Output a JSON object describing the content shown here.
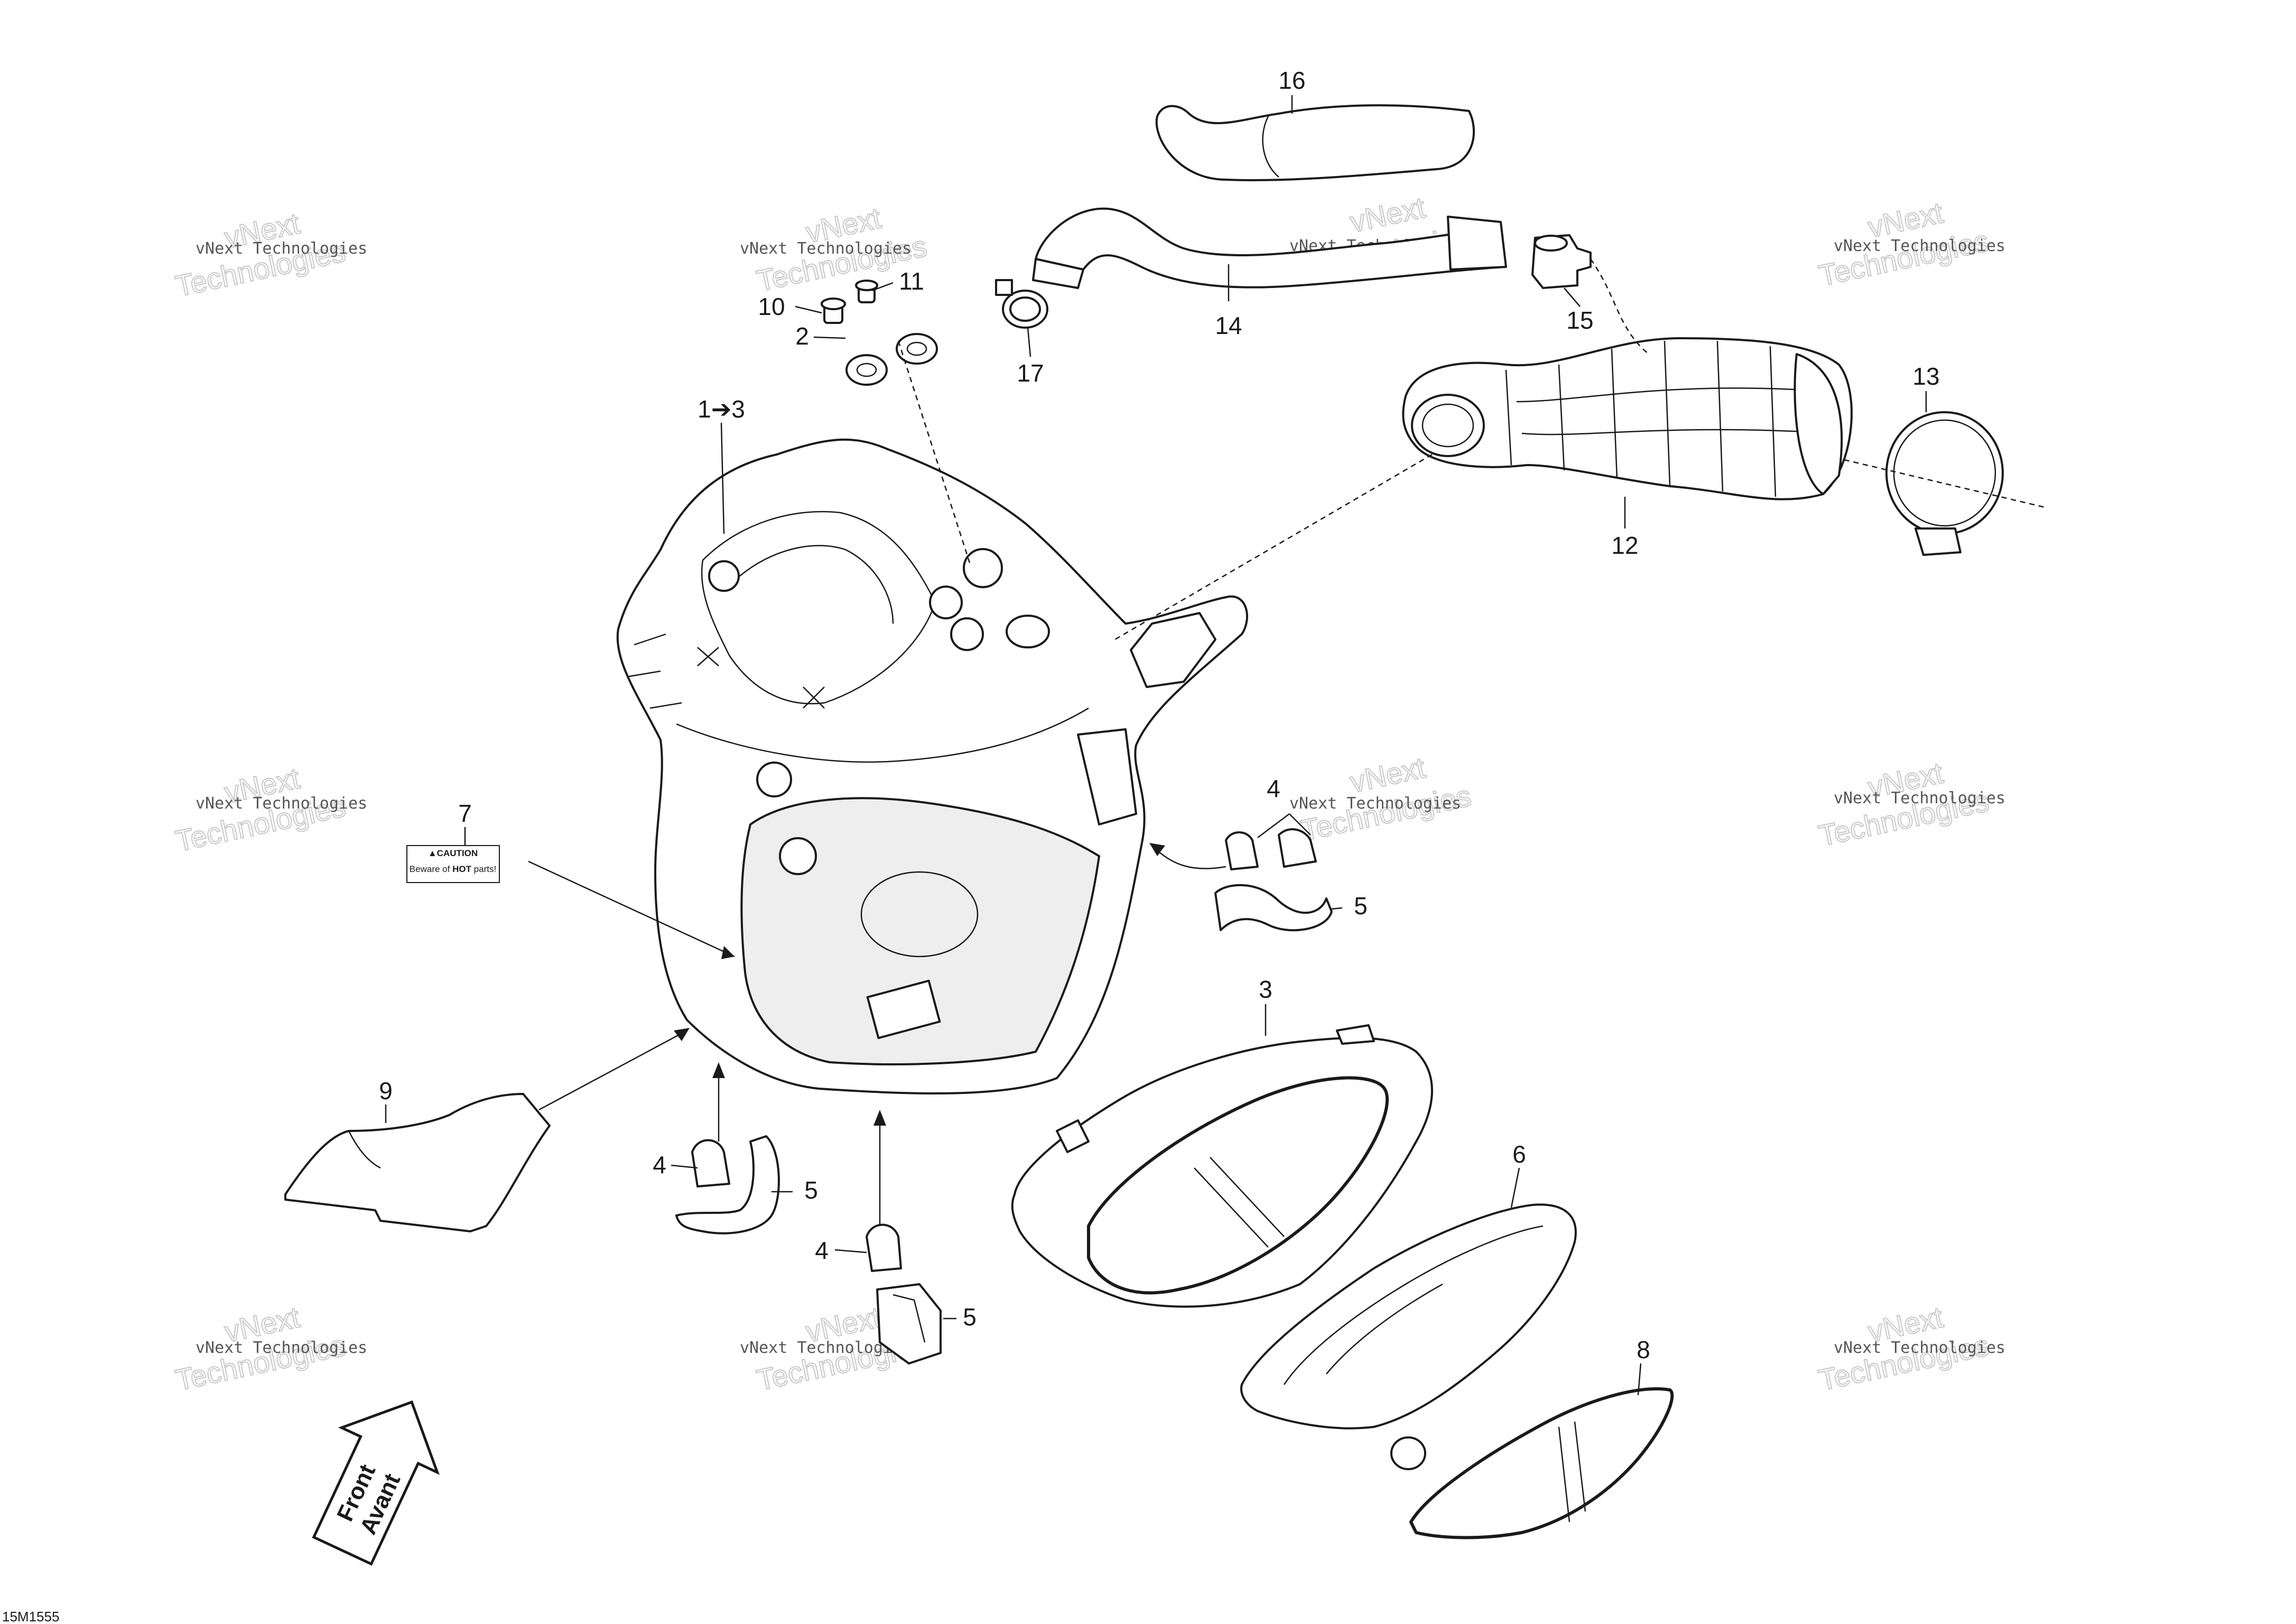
{
  "diagram": {
    "callouts": {
      "c16": "16",
      "c14": "14",
      "c15": "15",
      "c17": "17",
      "c10": "10",
      "c11": "11",
      "c2": "2",
      "c1to3": "1➔3",
      "c13": "13",
      "c12": "12",
      "c7": "7",
      "c4a": "4",
      "c5a": "5",
      "c3": "3",
      "c9": "9",
      "c4b": "4",
      "c5b": "5",
      "c6": "6",
      "c4c": "4",
      "c5c": "5",
      "c8": "8"
    },
    "caution_label": {
      "heading": "▲CAUTION",
      "text_prefix": "Beware of ",
      "text_emphasis": "HOT",
      "text_suffix": " parts!"
    },
    "front_arrow": {
      "line1": "Front",
      "line2": "Avant"
    },
    "watermark": {
      "line1": "vNext",
      "line2": "Technologies",
      "small": "vNext Technologies"
    },
    "drawing_code": "15M1555",
    "colors": {
      "ink": "#1a1a1a",
      "watermark": "#c8c8c8"
    }
  }
}
